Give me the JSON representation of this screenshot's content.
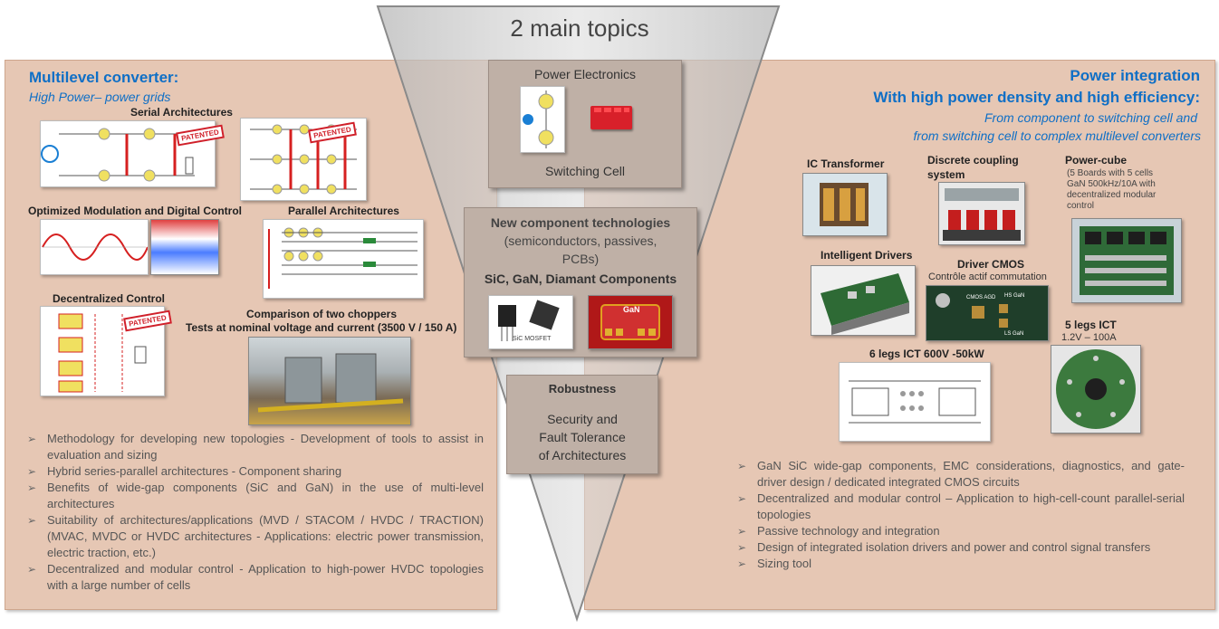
{
  "title": "2 main topics",
  "left": {
    "heading": "Multilevel converter:",
    "subheading": "High Power– power grids",
    "labels": {
      "serial": "Serial Architectures",
      "modulation": "Optimized Modulation and Digital Control",
      "parallel": "Parallel Architectures",
      "decentralized": "Decentralized Control",
      "choppers_1": "Comparison of two choppers",
      "choppers_2": "Tests at nominal voltage and current (3500 V / 150 A)"
    },
    "patent": "PATENTED",
    "bullets": [
      "Methodology for developing new topologies - Development of tools to assist in evaluation and sizing",
      "Hybrid series-parallel architectures - Component sharing",
      "Benefits of wide-gap components (SiC and GaN) in the use of multi-level architectures",
      "Suitability of architectures/applications (MVD / STACOM / HVDC / TRACTION) (MVAC, MVDC or HVDC architectures - Applications: electric power transmission, electric traction, etc.)",
      "Decentralized and modular control - Application to high-power HVDC topologies with a large number of cells"
    ]
  },
  "center": {
    "power_electronics": "Power Electronics",
    "switching_cell": "Switching Cell",
    "new_tech_title": "New component technologies",
    "new_tech_sub": "(semiconductors, passives, PCBs)",
    "materials": "SiC, GaN, Diamant Components",
    "sic_label": "SiC MOSFET",
    "gan_label": "GaN",
    "robustness": "Robustness",
    "robust_1": "Security and",
    "robust_2": "Fault Tolerance",
    "robust_3": "of Architectures"
  },
  "right": {
    "heading_1": "Power integration",
    "heading_2": "With high power density and high efficiency:",
    "sub_1": "From component to switching cell and",
    "sub_2": "from switching cell to complex multilevel converters",
    "labels": {
      "ic_transformer": "IC Transformer",
      "discrete_1": "Discrete coupling",
      "discrete_2": "system",
      "power_cube": "Power-cube",
      "power_cube_desc_1": "(5 Boards with 5 cells",
      "power_cube_desc_2": "GaN 500kHz/10A with",
      "power_cube_desc_3": "decentralized modular",
      "power_cube_desc_4": "control",
      "intelligent_drivers": "Intelligent Drivers",
      "driver_cmos": "Driver CMOS",
      "driver_cmos_sub": "Contrôle actif commutation",
      "ict6": "6 legs ICT 600V -50kW",
      "ict5_1": "5 legs ICT",
      "ict5_2": "1.2V – 100A",
      "cmos_chip_1": "CMOS AGD",
      "cmos_chip_2": "HS GaN",
      "cmos_chip_3": "LS GaN"
    },
    "bullets": [
      "GaN SiC wide-gap components, EMC considerations, diagnostics, and gate-driver design / dedicated integrated CMOS circuits",
      "Decentralized and modular control – Application to high-cell-count parallel-serial topologies",
      "Passive technology and integration",
      "Design of integrated isolation drivers and power and control signal transfers",
      "Sizing tool"
    ]
  },
  "colors": {
    "panel": "#e6c7b4",
    "funnel": "#c9c9c9",
    "heading_blue": "#0f6fc6",
    "box": "#bfb0a6"
  }
}
